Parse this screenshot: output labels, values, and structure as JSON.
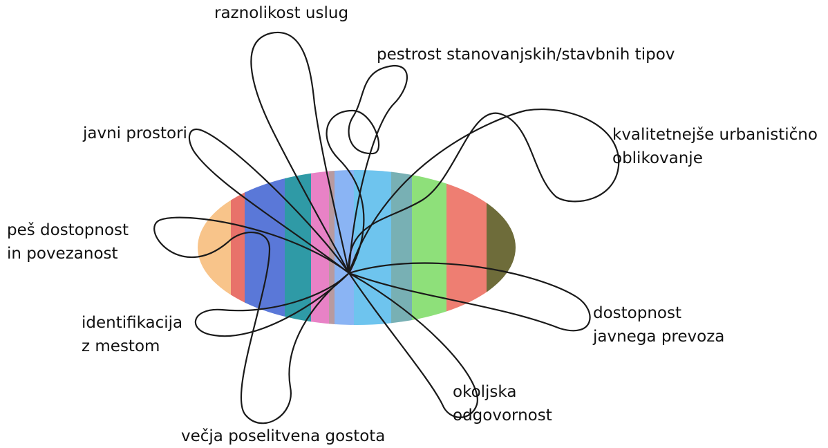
{
  "labels": {
    "services": {
      "lines": [
        "raznolikost uslug"
      ]
    },
    "housing": {
      "lines": [
        "pestrost stanovanjskih/stavbnih tipov"
      ]
    },
    "public_spaces": {
      "lines": [
        "javni prostori"
      ]
    },
    "design": {
      "lines": [
        "kvalitetnejše urbanistično",
        "oblikovanje"
      ]
    },
    "walkability": {
      "lines": [
        "peš dostopnost",
        "in povezanost"
      ]
    },
    "transit": {
      "lines": [
        "dostopnost",
        "javnega prevoza"
      ]
    },
    "identity": {
      "lines": [
        "identifikacija",
        "z mestom"
      ]
    },
    "environment": {
      "lines": [
        "okoljska",
        "odgovornost"
      ]
    },
    "density": {
      "lines": [
        "večja poselitvena gostota"
      ]
    }
  },
  "colors": {
    "stripes": [
      "#f8c48a",
      "#e8726a",
      "#5a78d8",
      "#2f9aa6",
      "#e882c6",
      "#8ab4f4",
      "#6ec4ee",
      "#78b0b4",
      "#8ee07a",
      "#ee7e72",
      "#6e6c3a"
    ],
    "curve": "#1a1a1a",
    "text": "#111111"
  }
}
